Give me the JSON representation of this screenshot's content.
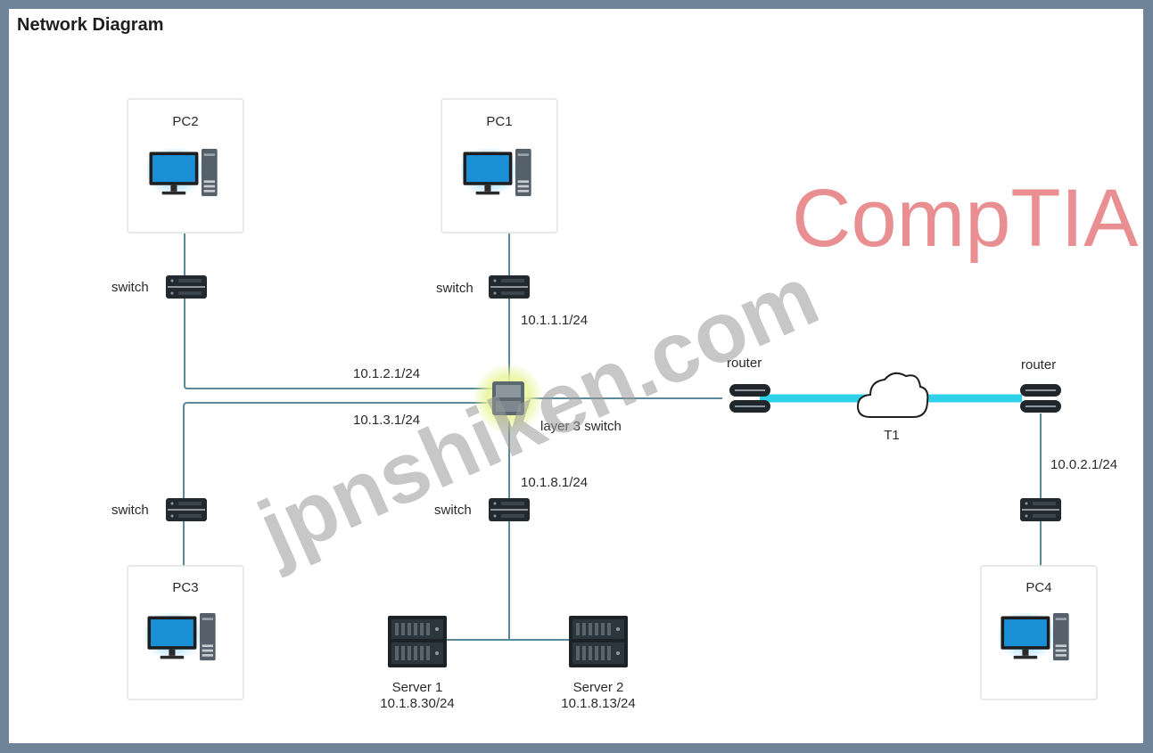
{
  "title": "Network Diagram",
  "devices": {
    "pc1": "PC1",
    "pc2": "PC2",
    "pc3": "PC3",
    "pc4": "PC4",
    "switch_pc2": "switch",
    "switch_pc1": "switch",
    "switch_pc3": "switch",
    "switch_servers": "switch",
    "l3_switch": "layer 3 switch",
    "router_left": "router",
    "router_right": "router",
    "wan": "T1",
    "server1": "Server 1",
    "server2": "Server 2"
  },
  "addresses": {
    "pc1_gw": "10.1.1.1/24",
    "pc2_gw": "10.1.2.1/24",
    "pc3_gw": "10.1.3.1/24",
    "server_gw": "10.1.8.1/24",
    "pc4_gw": "10.0.2.1/24",
    "server1_ip": "10.1.8.30/24",
    "server2_ip": "10.1.8.13/24"
  },
  "watermarks": {
    "brand": "CompTIA.",
    "site": "jpnshiken.com"
  },
  "colors": {
    "link": "#5a8a99",
    "t1_link": "#2fd0ea",
    "monitor": "#1a8fd6",
    "l3_glow": "#e9f59a",
    "brand_watermark": "#e88a8d"
  }
}
